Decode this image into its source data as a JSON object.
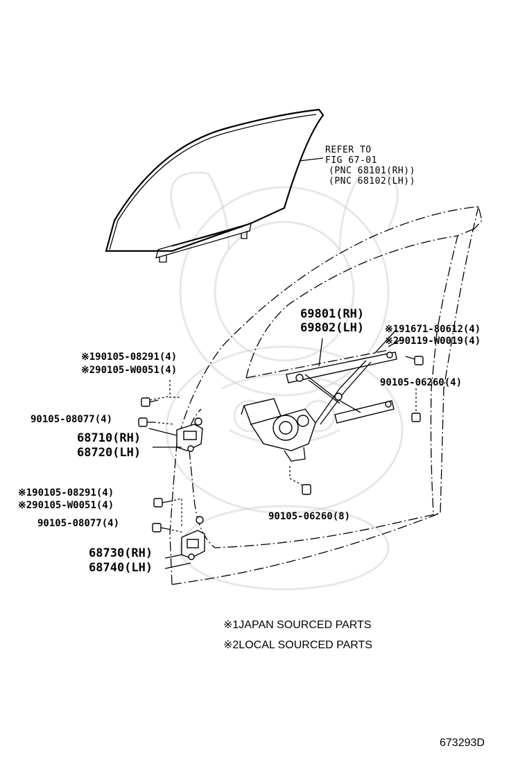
{
  "watermark": {
    "icon": "samurai-helmet-watermark"
  },
  "glass_ref": {
    "line1": "REFER TO",
    "line2": "FIG 67-01",
    "line3": "(PNC 68101(RH))",
    "line4": "(PNC 68102(LH))"
  },
  "regulator": {
    "rh": "69801(RH)",
    "lh": "69802(LH)"
  },
  "motor_screws": {
    "line1": "※191671-80612(4)",
    "line2": "※290119-W0019(4)"
  },
  "bolt_upper_right": "90105-06260(4)",
  "bolt_lower": "90105-06260(8)",
  "upper_hinge_bolts": {
    "line1": "※190105-08291(4)",
    "line2": "※290105-W0051(4)",
    "line3": "90105-08077(4)"
  },
  "upper_hinge": {
    "rh": "68710(RH)",
    "lh": "68720(LH)"
  },
  "lower_hinge_bolts": {
    "line1": "※190105-08291(4)",
    "line2": "※290105-W0051(4)",
    "line3": "90105-08077(4)"
  },
  "lower_hinge": {
    "rh": "68730(RH)",
    "lh": "68740(LH)"
  },
  "notes": {
    "note1": "※1JAPAN SOURCED PARTS",
    "note2": "※2LOCAL SOURCED PARTS"
  },
  "figure_number": "673293D"
}
